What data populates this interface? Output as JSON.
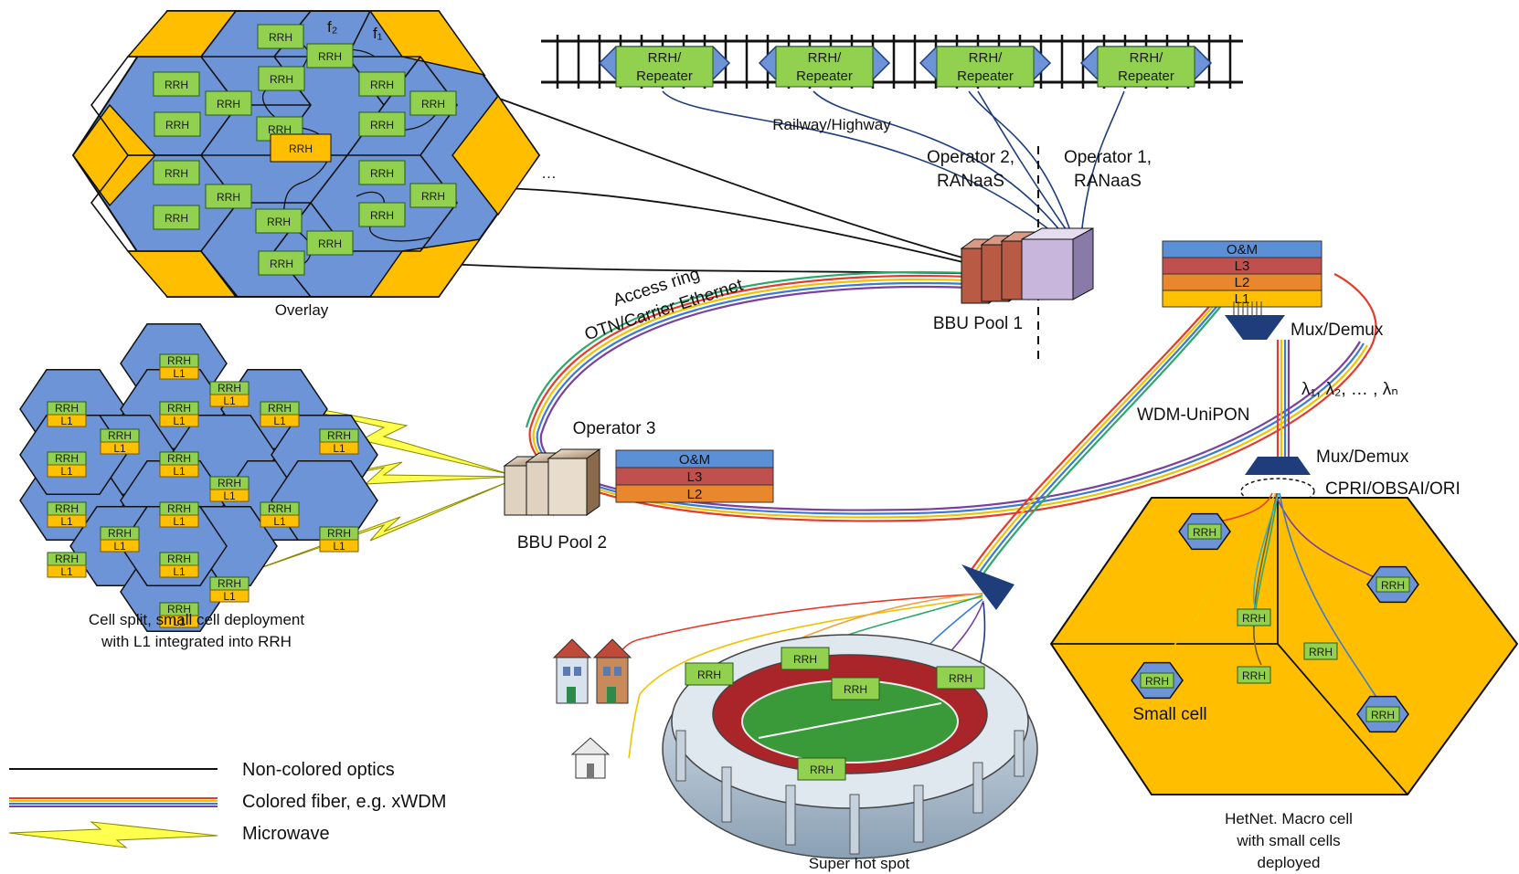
{
  "overlay": {
    "label": "Overlay",
    "rrh_label": "RRH",
    "freq_f2": "f₂",
    "freq_f1": "f₁",
    "ellipsis": "…"
  },
  "cell_split": {
    "label_line1": "Cell split, small cell deployment",
    "label_line2": "with L1 integrated into RRH",
    "rrh_label": "RRH",
    "l1_label": "L1"
  },
  "railway": {
    "label": "Railway/Highway",
    "repeater_line1": "RRH/",
    "repeater_line2": "Repeater"
  },
  "bbu_pool_1": {
    "label": "BBU Pool 1",
    "operator_2_line1": "Operator 2,",
    "operator_2_line2": "RANaaS",
    "operator_1_line1": "Operator 1,",
    "operator_1_line2": "RANaaS",
    "stack": [
      "O&M",
      "L3",
      "L2",
      "L1"
    ]
  },
  "bbu_pool_2": {
    "label": "BBU Pool 2",
    "operator": "Operator 3",
    "stack": [
      "O&M",
      "L3",
      "L2"
    ]
  },
  "access_ring": {
    "line1": "Access ring",
    "line2": "OTN/Carrier Ethernet"
  },
  "wdm": {
    "mux_top": "Mux/Demux",
    "mux_bottom": "Mux/Demux",
    "lambda_label": "λ₁, λ₂, … , λₙ",
    "unipon": "WDM-UniPON",
    "cpri": "CPRI/OBSAI/ORI"
  },
  "hetnet": {
    "label_line1": "HetNet. Macro cell",
    "label_line2": "with small cells",
    "label_line3": "deployed",
    "small_cell": "Small cell",
    "rrh_label": "RRH"
  },
  "hotspot": {
    "label": "Super hot spot",
    "rrh_label": "RRH"
  },
  "legend": {
    "items": [
      "Non-colored optics",
      "Colored fiber, e.g. xWDM",
      "Microwave"
    ]
  },
  "colors": {
    "cell_blue": "#6d94d6",
    "rrh_green": "#92d050",
    "orange_cell": "#ffbf00",
    "stack_om": "#5b8fd6",
    "stack_l3": "#c0504d",
    "stack_l2": "#e8872d",
    "stack_l1": "#ffc000",
    "fiber_dark": "#1f3d7a"
  }
}
